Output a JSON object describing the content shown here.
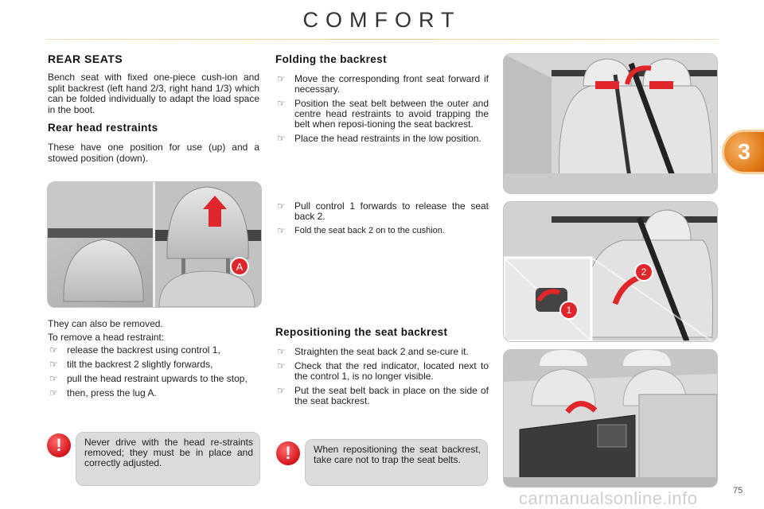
{
  "header": {
    "title": "COMFORT"
  },
  "chapter": {
    "number": "3"
  },
  "rear_seats": {
    "heading": "REAR SEATS",
    "intro": "Bench seat with fixed one-piece cush-ion and split backrest (left hand 2/3, right hand 1/3) which can be folded individually to adapt the load space in the boot."
  },
  "head_restraints": {
    "heading": "Rear head restraints",
    "intro": "These have one position for use (up) and a stowed position (down).",
    "removal_line1": "They can also be removed.",
    "removal_line2": "To remove a head restraint:",
    "steps": [
      "release the backrest using control 1,",
      "tilt the backrest 2 slightly forwards,",
      "pull the head restraint upwards to the stop,",
      "then, press the lug A."
    ],
    "label_a": "A",
    "warning": "Never drive with the head re-straints removed; they must be in place and correctly adjusted."
  },
  "folding": {
    "heading": "Folding the backrest",
    "steps": [
      "Move the corresponding front seat forward if necessary.",
      "Position the seat belt between the outer and centre head restraints to avoid trapping the belt when reposi-tioning the seat backrest.",
      "Place the head restraints in the low position."
    ],
    "steps2": [
      "Pull control 1 forwards to release the seat back 2.",
      "Fold the seat back 2 on to the cushion."
    ],
    "label_1": "1",
    "label_2": "2"
  },
  "repositioning": {
    "heading": "Repositioning the seat backrest",
    "steps": [
      "Straighten the seat back 2 and se-cure it.",
      "Check that the red indicator, located next to the control 1, is no longer visible.",
      "Put the seat belt back in place on the side of the seat backrest."
    ],
    "warning": "When repositioning the seat backrest, take care not to trap the seat belts."
  },
  "footer": {
    "page_number": "75",
    "watermark": "carmanualsonline.info"
  },
  "colors": {
    "accent_orange": "#e07a18",
    "arrow_red": "#e0262b",
    "warning_red": "#d4141b"
  }
}
